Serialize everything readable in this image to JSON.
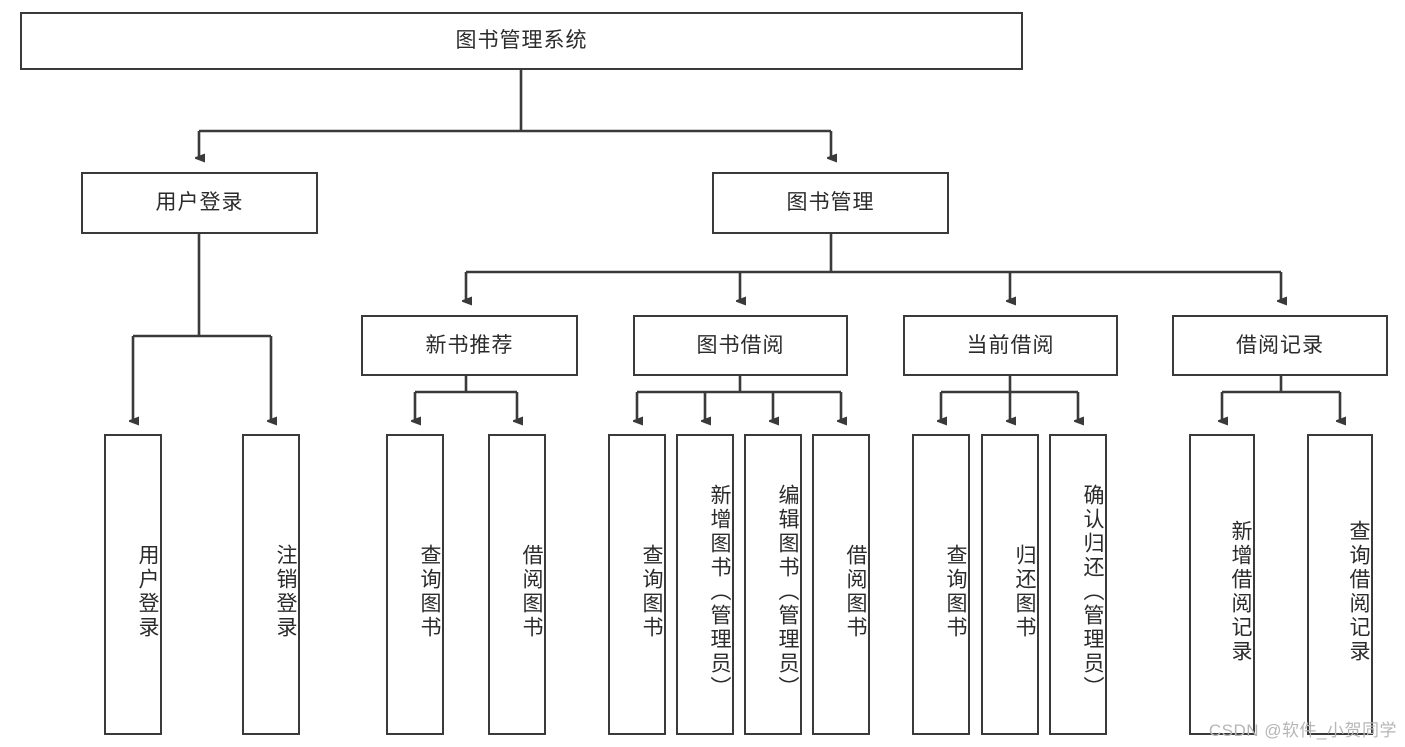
{
  "diagram": {
    "title": "图书管理系统",
    "type": "tree-hierarchy-diagram",
    "stroke_color": "#3a3a3a",
    "text_color": "#2b2b2b",
    "background_color": "#ffffff",
    "root": {
      "label": "图书管理系统"
    },
    "level2": {
      "user_login": {
        "label": "用户登录"
      },
      "book_manage": {
        "label": "图书管理"
      }
    },
    "level3": {
      "new_book_recommend": {
        "label": "新书推荐"
      },
      "book_borrow": {
        "label": "图书借阅"
      },
      "current_borrow": {
        "label": "当前借阅"
      },
      "borrow_record": {
        "label": "借阅记录"
      }
    },
    "leaves": {
      "user_login_children": [
        {
          "label": "用户登录"
        },
        {
          "label": "注销登录"
        }
      ],
      "new_book_recommend_children": [
        {
          "label": "查询图书"
        },
        {
          "label": "借阅图书"
        }
      ],
      "book_borrow_children": [
        {
          "label": "查询图书"
        },
        {
          "label": "新增图书（管理员）"
        },
        {
          "label": "编辑图书（管理员）"
        },
        {
          "label": "借阅图书"
        }
      ],
      "current_borrow_children": [
        {
          "label": "查询图书"
        },
        {
          "label": "归还图书"
        },
        {
          "label": "确认归还（管理员）"
        }
      ],
      "borrow_record_children": [
        {
          "label": "新增借阅记录"
        },
        {
          "label": "查询借阅记录"
        }
      ]
    }
  },
  "watermark": {
    "text": "CSDN @软件_小贺同学"
  }
}
